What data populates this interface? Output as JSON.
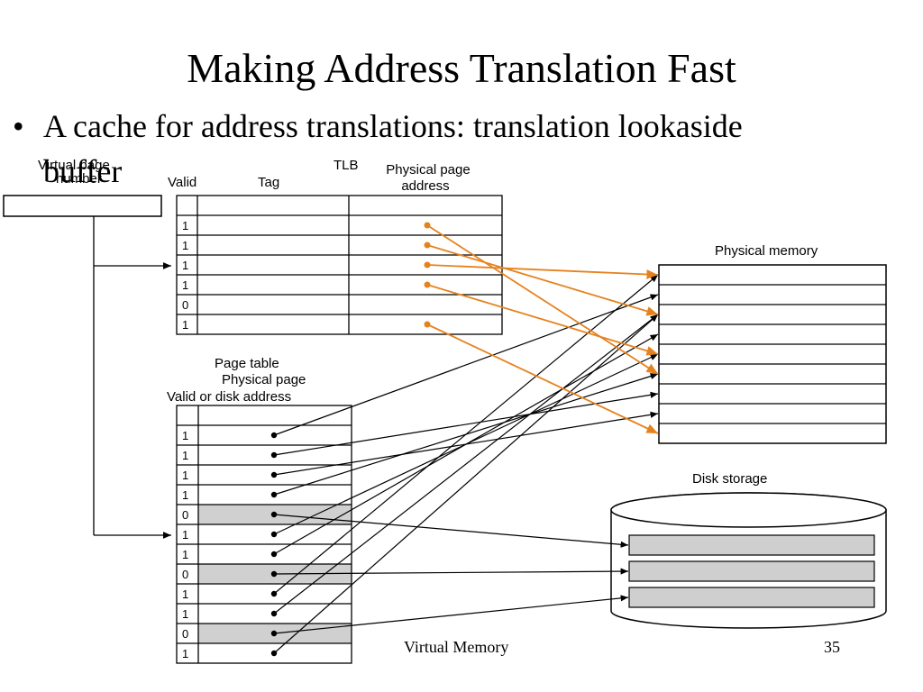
{
  "slide": {
    "title": "Making Address Translation Fast",
    "bullet_line1": "A cache for address translations:  translation lookaside",
    "bullet_line2": "buffer",
    "footer_center": "Virtual Memory",
    "page_number": "35"
  },
  "diagram": {
    "vpn_label_1": "Virtual page",
    "vpn_label_2": "number",
    "tlb_label_fragment": "TLB",
    "tlb_col_valid": "Valid",
    "tlb_col_tag": "Tag",
    "tlb_col_ppa_1": "Physical page",
    "tlb_col_ppa_2": "address",
    "tlb_valid_bits": [
      "1",
      "1",
      "1",
      "1",
      "0",
      "1"
    ],
    "tlb_arrow_targets": [
      5,
      2,
      0,
      4,
      null,
      8
    ],
    "pm_label": "Physical memory",
    "pm_rows": 9,
    "pt_label_1": "Page table",
    "pt_label_2": "Physical page",
    "pt_label_3": "Valid or disk address",
    "pt_valid_bits": [
      "1",
      "1",
      "1",
      "1",
      "0",
      "1",
      "1",
      "0",
      "1",
      "1",
      "0",
      "1"
    ],
    "pt_targets": [
      {
        "to": "pm",
        "slot": 1
      },
      {
        "to": "pm",
        "slot": 6
      },
      {
        "to": "pm",
        "slot": 7
      },
      {
        "to": "pm",
        "slot": 5
      },
      {
        "to": "disk",
        "slot": 0
      },
      {
        "to": "pm",
        "slot": 4
      },
      {
        "to": "pm",
        "slot": 3
      },
      {
        "to": "disk",
        "slot": 1
      },
      {
        "to": "pm",
        "slot": 0
      },
      {
        "to": "pm",
        "slot": 2
      },
      {
        "to": "disk",
        "slot": 2
      },
      {
        "to": "pm",
        "slot": 2
      }
    ],
    "disk_label": "Disk storage",
    "disk_slots": 3,
    "colors": {
      "tlb_arrow": "#e6821e",
      "line": "#000000",
      "invalid_cell": "#d0d0d0",
      "disk_slot": "#cfcfcf"
    }
  }
}
